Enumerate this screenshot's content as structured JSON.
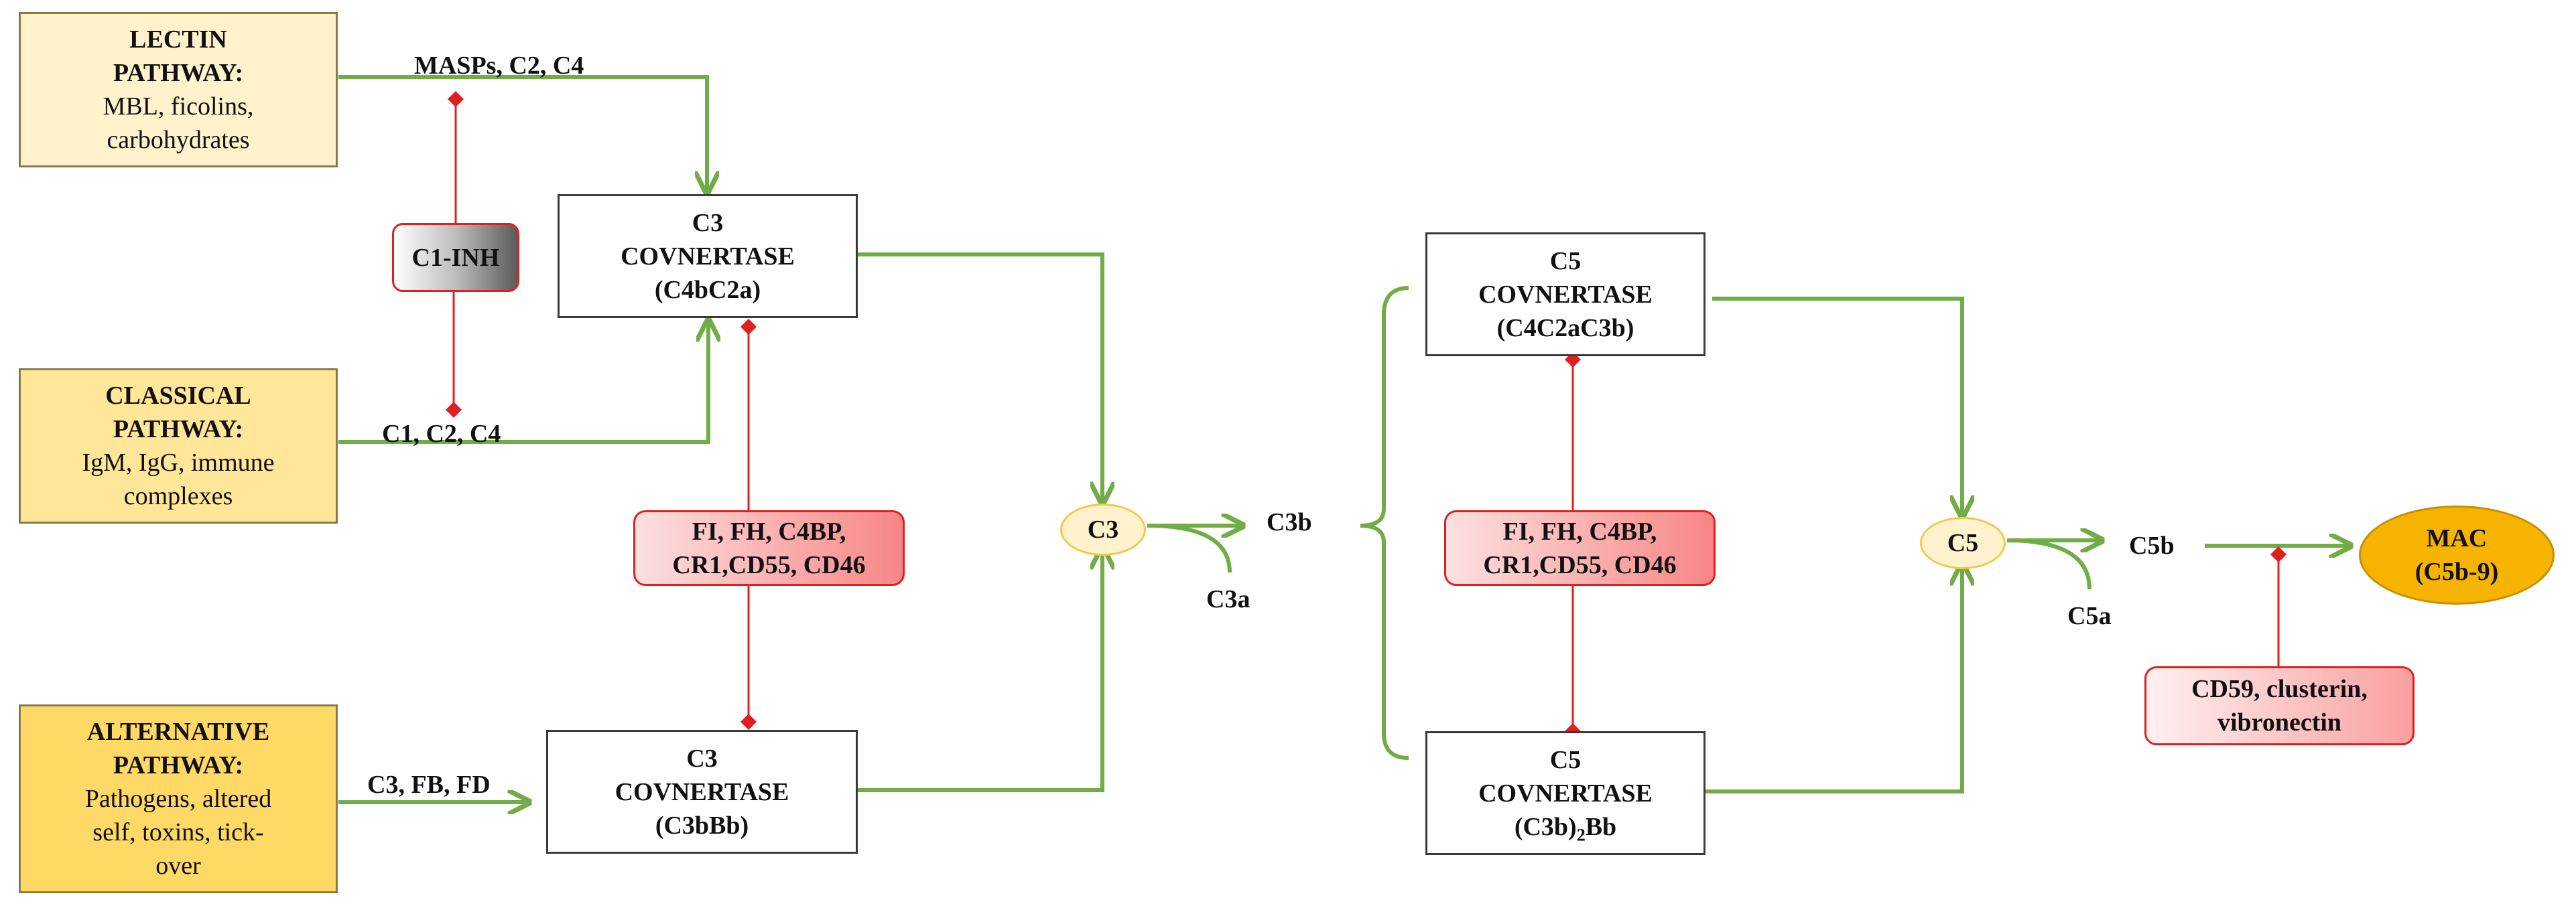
{
  "colors": {
    "arrow": "#70ad47",
    "inhibitor": "#e02020"
  },
  "pathways": {
    "lectin": {
      "title": [
        "LECTIN",
        "PATHWAY:"
      ],
      "desc": [
        "MBL, ficolins,",
        "carbohydrates"
      ]
    },
    "classical": {
      "title": [
        "CLASSICAL",
        "PATHWAY:"
      ],
      "desc": [
        "IgM, IgG, immune",
        "complexes"
      ]
    },
    "alternative": {
      "title": [
        "ALTERNATIVE",
        "PATHWAY:"
      ],
      "desc": [
        "Pathogens, altered",
        "self,  toxins, tick-",
        "over"
      ]
    }
  },
  "edge_labels": {
    "lectin": "MASPs, C2, C4",
    "classical": "C1, C2, C4",
    "alternative": "C3, FB, FD"
  },
  "inhibitors": {
    "c1_inh": "C1-INH",
    "c3_regulators": [
      "FI, FH, C4BP,",
      "CR1,CD55, CD46"
    ],
    "c5_regulators": [
      "FI, FH, C4BP,",
      "CR1,CD55, CD46"
    ],
    "mac_regulators": [
      "CD59, clusterin,",
      "vibronectin"
    ]
  },
  "convertases": {
    "c3_classical": [
      "C3",
      "COVNERTASE",
      "(C4bC2a)"
    ],
    "c3_alternative": [
      "C3",
      "COVNERTASE",
      "(C3bBb)"
    ],
    "c5_classical": [
      "C5",
      "COVNERTASE",
      "(C4C2aC3b)"
    ],
    "c5_alternative": {
      "line1": "C5",
      "line2": "COVNERTASE",
      "line3_pre": "(C3b)",
      "line3_sub": "2",
      "line3_post": "Bb"
    }
  },
  "nodes": {
    "c3": "C3",
    "c5": "C5",
    "mac": [
      "MAC",
      "(C5b-9)"
    ]
  },
  "products": {
    "c3b": "C3b",
    "c3a": "C3a",
    "c5b": "C5b",
    "c5a": "C5a"
  }
}
